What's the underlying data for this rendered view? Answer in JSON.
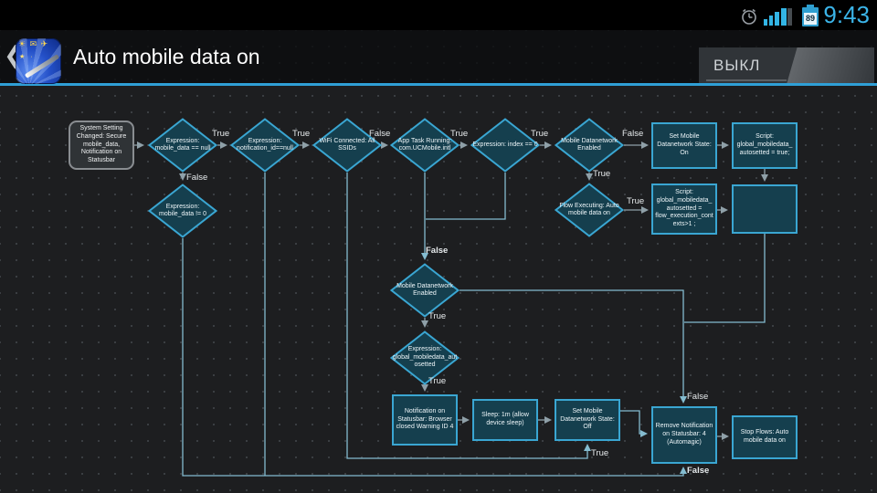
{
  "status_bar": {
    "time": "9:43",
    "battery": "89"
  },
  "action_bar": {
    "back": "❮",
    "title": "Auto mobile data on",
    "toggle": "ВЫКЛ",
    "icon_sparkles_top": "☀ ✉ ✈",
    "icon_sparkles_left": "★ ·"
  },
  "labels": {
    "true": "True",
    "false": "False"
  },
  "colors": {
    "accent": "#33b5e5",
    "node_fill": "#153f4e",
    "node_border": "#3aa6d2"
  },
  "flow": {
    "trigger": "System Setting Changed: Secure mobile_data, Notification on Statusbar",
    "expr_mobile_null": "Expression: mobile_data == null",
    "expr_notification_null": "Expression: notification_id==null",
    "wifi_connected": "WiFi Connected: All SSIDs",
    "app_task": "App Task Running: com.UCMobile.intl",
    "expr_index": "Expression: index == 0",
    "mdn_enabled_top": "Mobile Datanetwork Enabled",
    "set_on": "Set Mobile Datanetwork State: On",
    "script_true": "Script: global_mobiledata_autosetted = true;",
    "expr_mobile_not0": "Expression: mobile_data != 0",
    "flow_executing": "Flow Executing: Auto mobile data on",
    "script_flow": "Script: global_mobiledata_autosetted = flow_execution_contexts>1 ;",
    "script_empty": "",
    "mdn_enabled_mid": "Mobile Datanetwork Enabled",
    "expr_autosetted": "Expression: global_mobiledata_autosetted",
    "notification_on": "Notification on Statusbar: Browser closed Warning ID 4",
    "sleep": "Sleep: 1m (allow device sleep)",
    "set_off": "Set Mobile Datanetwork State: Off",
    "remove_notification": "Remove Notification on Statusbar: 4 (Automagic)",
    "stop_flows": "Stop Flows: Auto mobile data on"
  }
}
